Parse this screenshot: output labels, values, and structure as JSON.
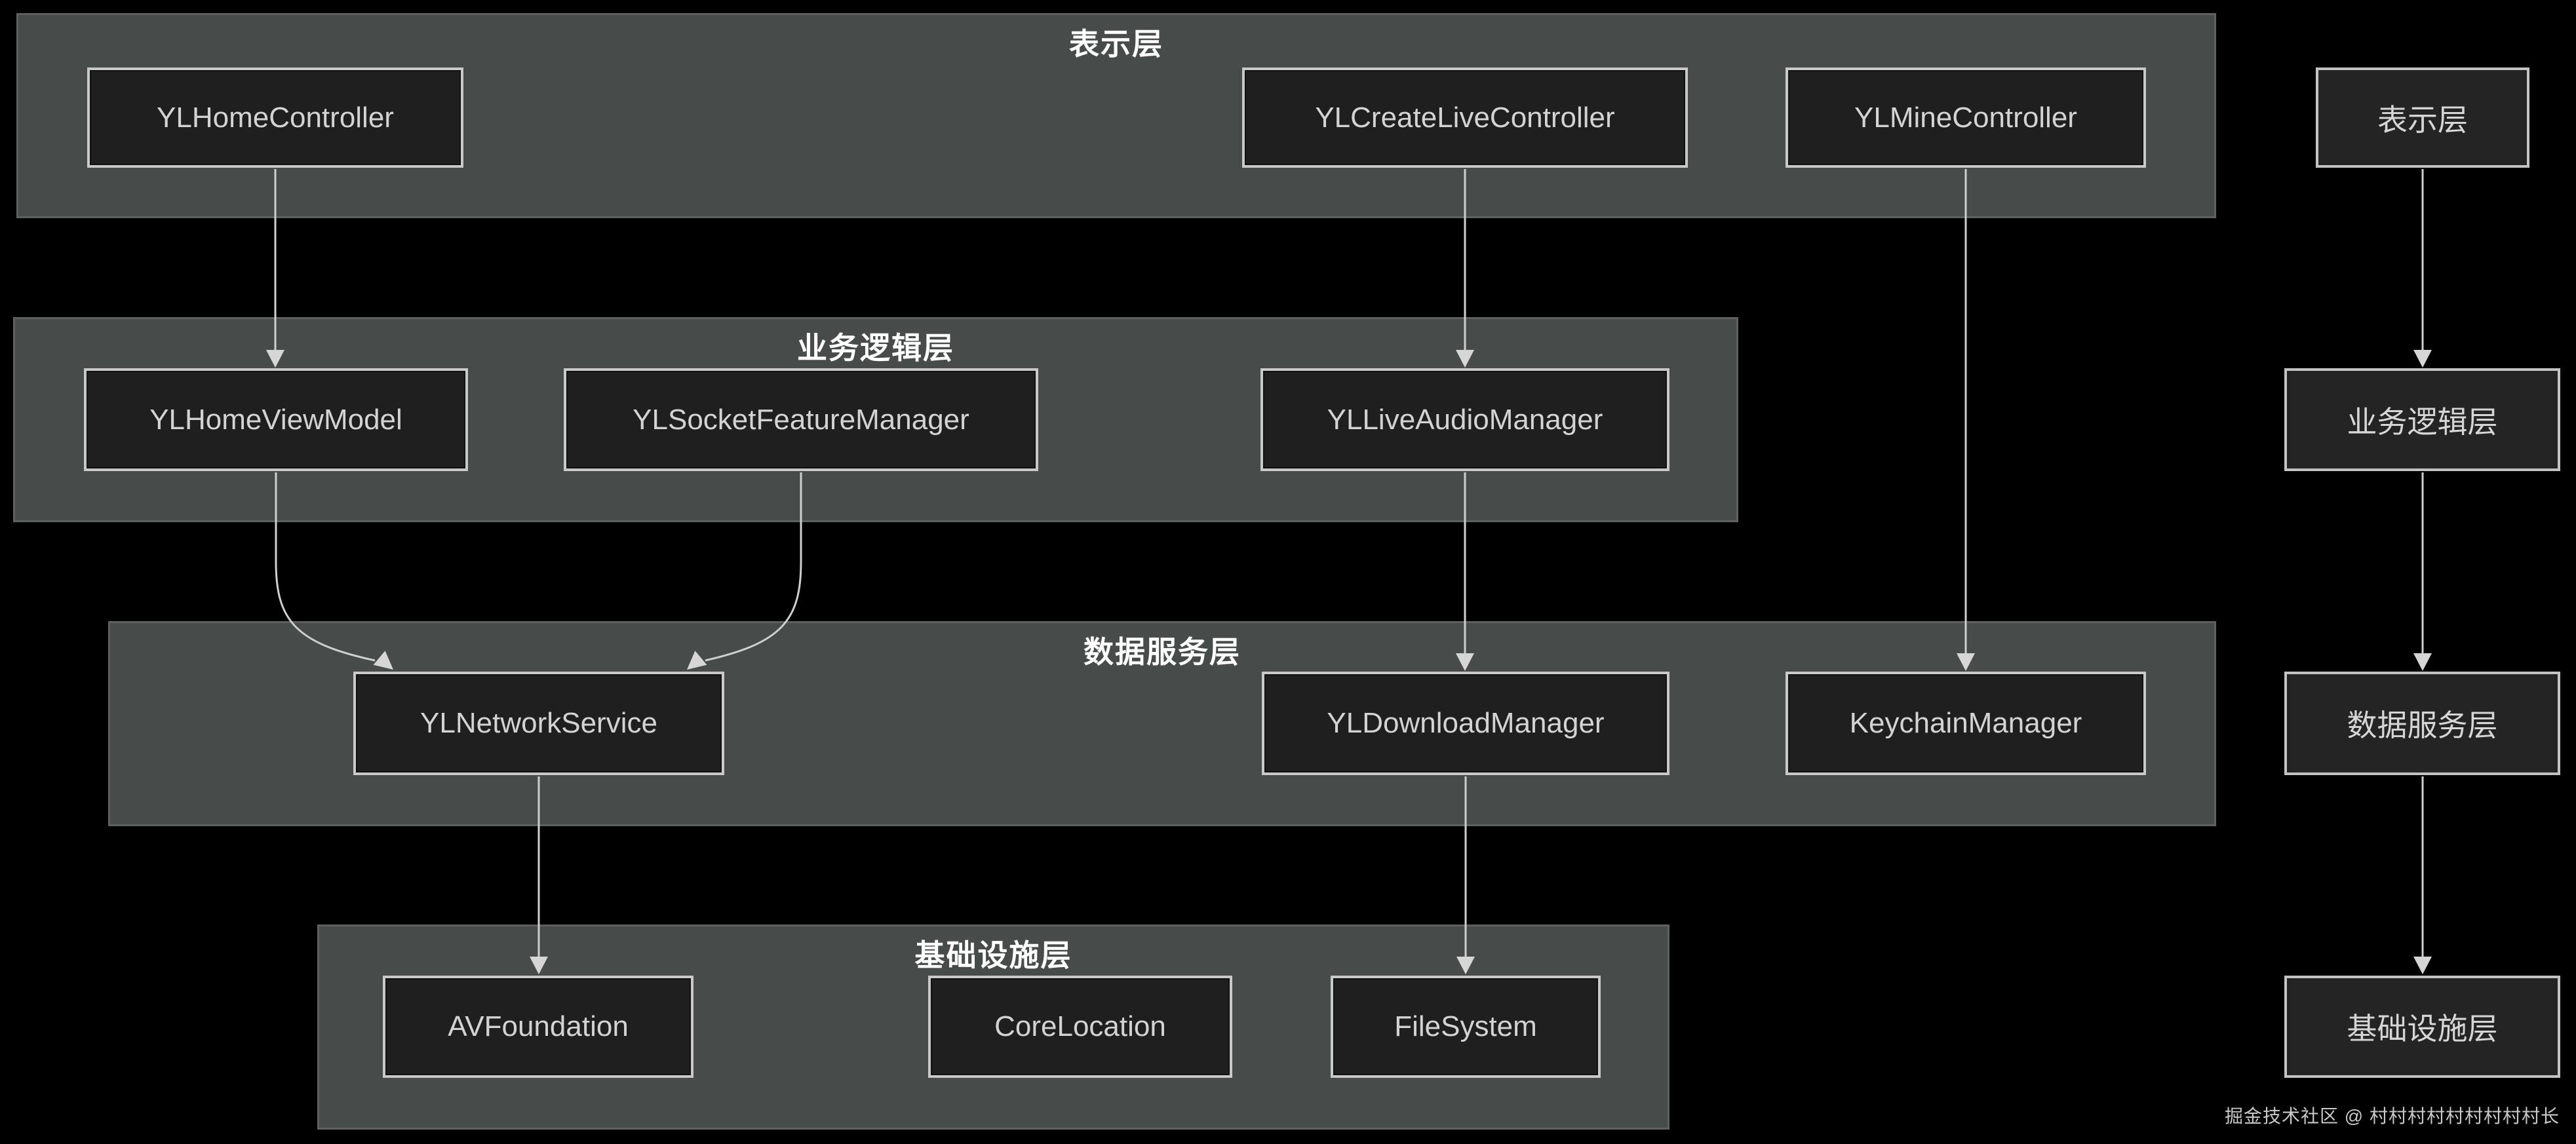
{
  "diagram": {
    "layers": [
      {
        "title": "表示层",
        "nodes": [
          {
            "label": "YLHomeController"
          },
          {
            "label": "YLCreateLiveController"
          },
          {
            "label": "YLMineController"
          }
        ]
      },
      {
        "title": "业务逻辑层",
        "nodes": [
          {
            "label": "YLHomeViewModel"
          },
          {
            "label": "YLSocketFeatureManager"
          },
          {
            "label": "YLLiveAudioManager"
          }
        ]
      },
      {
        "title": "数据服务层",
        "nodes": [
          {
            "label": "YLNetworkService"
          },
          {
            "label": "YLDownloadManager"
          },
          {
            "label": "KeychainManager"
          }
        ]
      },
      {
        "title": "基础设施层",
        "nodes": [
          {
            "label": "AVFoundation"
          },
          {
            "label": "CoreLocation"
          },
          {
            "label": "FileSystem"
          }
        ]
      }
    ],
    "legend": {
      "items": [
        {
          "label": "表示层"
        },
        {
          "label": "业务逻辑层"
        },
        {
          "label": "数据服务层"
        },
        {
          "label": "基础设施层"
        }
      ]
    },
    "edges": [
      {
        "from": "YLHomeController",
        "to": "YLHomeViewModel"
      },
      {
        "from": "YLCreateLiveController",
        "to": "YLLiveAudioManager"
      },
      {
        "from": "YLMineController",
        "to": "KeychainManager"
      },
      {
        "from": "YLHomeViewModel",
        "to": "YLNetworkService"
      },
      {
        "from": "YLSocketFeatureManager",
        "to": "YLNetworkService"
      },
      {
        "from": "YLLiveAudioManager",
        "to": "YLDownloadManager"
      },
      {
        "from": "YLNetworkService",
        "to": "AVFoundation"
      },
      {
        "from": "YLDownloadManager",
        "to": "FileSystem"
      },
      {
        "from": "表示层",
        "to": "业务逻辑层"
      },
      {
        "from": "业务逻辑层",
        "to": "数据服务层"
      },
      {
        "from": "数据服务层",
        "to": "基础设施层"
      }
    ],
    "watermark": "掘金技术社区 @ 村村村村村村村村村长",
    "colors": {
      "background": "#000000",
      "band_fill": "#474b49",
      "band_border": "#5d615f",
      "node_fill": "#1f1f1f",
      "node_border": "#c9c9c9",
      "node_text": "#d3d3d3",
      "title_text": "#ffffff",
      "arrow": "#cfcfcf",
      "watermark_text": "#c9c9c9"
    }
  }
}
